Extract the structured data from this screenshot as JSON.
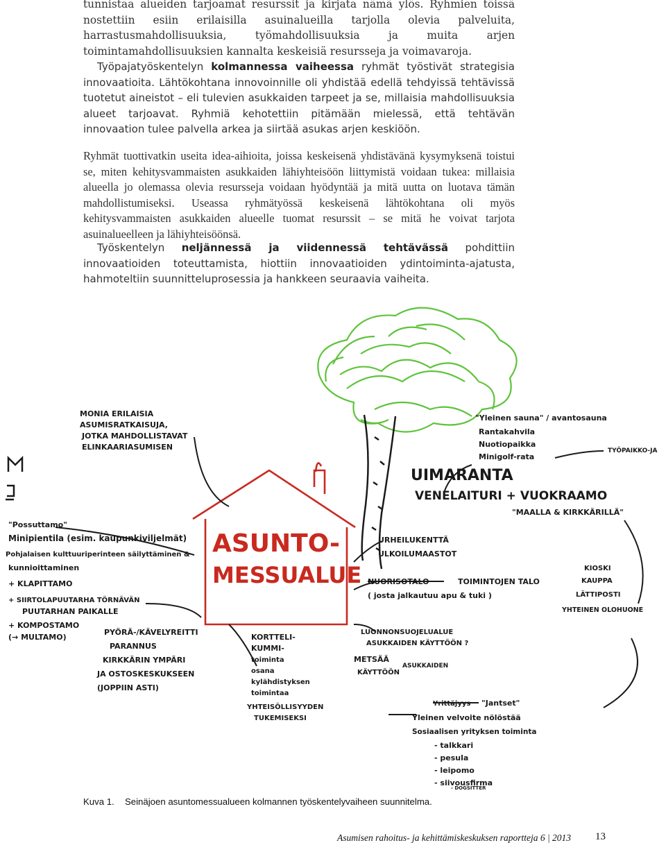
{
  "p1": "tunnistaa alueiden tarjoamat resurssit ja kirjata nämä ylös. Ryhmien töissä nostettiin esiin erilaisilla asuinalueilla tarjolla olevia palveluita, harrastusmahdollisuuksia, työmahdollisuuksia ja muita arjen toimintamahdollisuuksien kannalta keskeisiä resursseja ja voimavaroja.",
  "p2": {
    "start": "Työpajatyöskentelyn ",
    "bold": "kolmannessa vaiheessa",
    "rest": " ryhmät työstivät strategisia innovaatioita. Lähtökohtana innovoinnille oli yhdistää edellä tehdyissä tehtävissä tuotetut aineistot – eli tulevien asukkaiden tarpeet ja se, millaisia mahdollisuuksia alueet tarjoavat. Ryhmiä kehotettiin pitämään mielessä, että tehtävän innovaation tulee palvella arkea ja siirtää asukas arjen keskiöön."
  },
  "p3": "Ryhmät tuottivatkin useita idea-aihioita, joissa keskeisenä yhdistävänä kysymyksenä toistui se, miten kehitysvammaisten asukkaiden lähiyhteisöön liittymistä voidaan tukea: millaisia alueella jo olemassa olevia resursseja voidaan hyödyntää ja mitä uutta on luotava tämän mahdollistumiseksi. Useassa ryhmätyössä keskeisenä lähtökohtana oli myös kehitysvammaisten asukkaiden alueelle tuomat resurssit – se mitä he voivat tarjota asuinalueelleen ja lähiyhteisöönsä.",
  "p4": {
    "start": "Työskentelyn ",
    "bold": "neljännessä ja viidennessä tehtävässä",
    "rest": " pohdittiin innovaatioiden toteuttamista, hiottiin innovaatioiden ydintoiminta-ajatusta, hahmoteltiin suunnitteluprosessia ja hankkeen seuraavia vaiheita."
  },
  "sketch": {
    "house_line1": "ASUNTO-",
    "house_line2": "MESSUALUE",
    "topleft": [
      "MONIA ERILAISIA",
      "ASUMISRATKAISUJA,",
      "JOTKA MAHDOLLISTAVAT",
      "ELINKAARIASUMISEN"
    ],
    "left": [
      "\"Possuttamo\"",
      "Minipientila (esim. kaupunkiviljelmät)",
      "Pohjalaisen kulttuuriperinteen säilyttäminen &",
      "kunnioittaminen",
      "+ KLAPITTAMO",
      "+ SIIRTOLAPUUTARHA TÖRNÄVÄN",
      "PUUTARHAN PAIKALLE",
      "+ KOMPOSTAMO",
      "(→ MULTAMO)"
    ],
    "bottomleft": [
      "PYÖRÄ-/KÄVELYREITTI",
      "PARANNUS",
      "KIRKKÄRIN YMPÄRI",
      "JA OSTOSKESKUKSEEN",
      "(JOPPIIN ASTI)"
    ],
    "bottomcenter": [
      "KORTTELI-",
      "KUMMI-",
      "toiminta",
      "osana",
      "kylähdistyksen",
      "toimintaa",
      "YHTEISÖLLISYYDEN",
      "TUKEMISEKSI"
    ],
    "topright": [
      "\"Yleinen sauna\" / avantosauna",
      "Rantakahvila",
      "Nuotiopaikka",
      "Minigolf-rata"
    ],
    "topright2": "TYÖPAIKKO-JA",
    "center_right": [
      "UIMARANTA",
      "VENELAITURI + VUOKRAAMO",
      "\"MAALLA & KIRKKÄRILLÄ\""
    ],
    "right_mid": [
      "URHEILUKENTTÄ",
      "ULKOILUMAASTOT"
    ],
    "right_row": [
      "NUORISOTALO",
      "TOIMINTOJEN TALO",
      "( josta jalkautuu apu & tuki )"
    ],
    "kioski": [
      "KIOSKI",
      "KAUPPA",
      "LÄTTIPOSTI",
      "YHTEINEN OLOHUONE"
    ],
    "luonto": [
      "LUONNONSUOJELUALUE",
      "ASUKKAIDEN KÄYTTÖÖN ?"
    ],
    "metsa": [
      "METSÄÄ",
      "KÄYTTÖÖN",
      "ASUKKAIDEN"
    ],
    "jantset_strike": "Yrittäjyys",
    "jantset": [
      "\"Jantset\"",
      "Yleinen velvoite nölöstää",
      "Sosiaalisen yrityksen toiminta",
      "- talkkari",
      "- pesula",
      "- leipomo",
      "- siivousfirma",
      "- DOGSITTER"
    ]
  },
  "caption": {
    "label": "Kuva 1.",
    "text": "Seinäjoen asuntomessualueen kolmannen työskentelyvaiheen suunnitelma."
  },
  "footer": "Asumisen rahoitus- ja kehittämiskeskuksen raportteja 6 | 2013",
  "page_number": "13"
}
